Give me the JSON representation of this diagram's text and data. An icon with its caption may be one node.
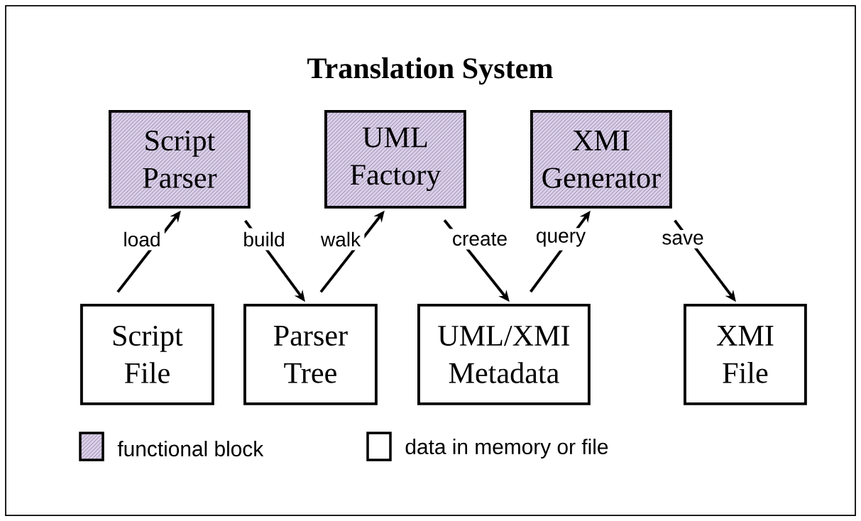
{
  "diagram": {
    "title": "Translation System",
    "nodes": [
      {
        "text": [
          "Script Parser"
        ]
      },
      {
        "text": [
          "UML Factory"
        ]
      },
      {
        "text": [
          "XMI Generator"
        ]
      },
      {
        "text": [
          "Script File"
        ]
      },
      {
        "text": [
          "Parser Tree"
        ]
      },
      {
        "text": [
          "UML/XMI Metadata"
        ]
      },
      {
        "text": [
          "XMI File"
        ]
      }
    ],
    "edges": [
      {
        "from": 3,
        "to": 0,
        "arrow": "to",
        "label": "load"
      },
      {
        "from": 0,
        "to": 4,
        "arrow": "to",
        "label": "build"
      },
      {
        "from": 4,
        "to": 1,
        "arrow": "to",
        "label": "walk"
      },
      {
        "from": 1,
        "to": 5,
        "arrow": "to",
        "label": "create"
      },
      {
        "from": 5,
        "to": 2,
        "arrow": "to",
        "label": "query"
      },
      {
        "from": 2,
        "to": 6,
        "arrow": "to",
        "label": "save"
      }
    ],
    "legend": [
      {
        "text": "functional block",
        "color": "#d8d0ea"
      },
      {
        "text": "data in memory or file"
      }
    ]
  }
}
